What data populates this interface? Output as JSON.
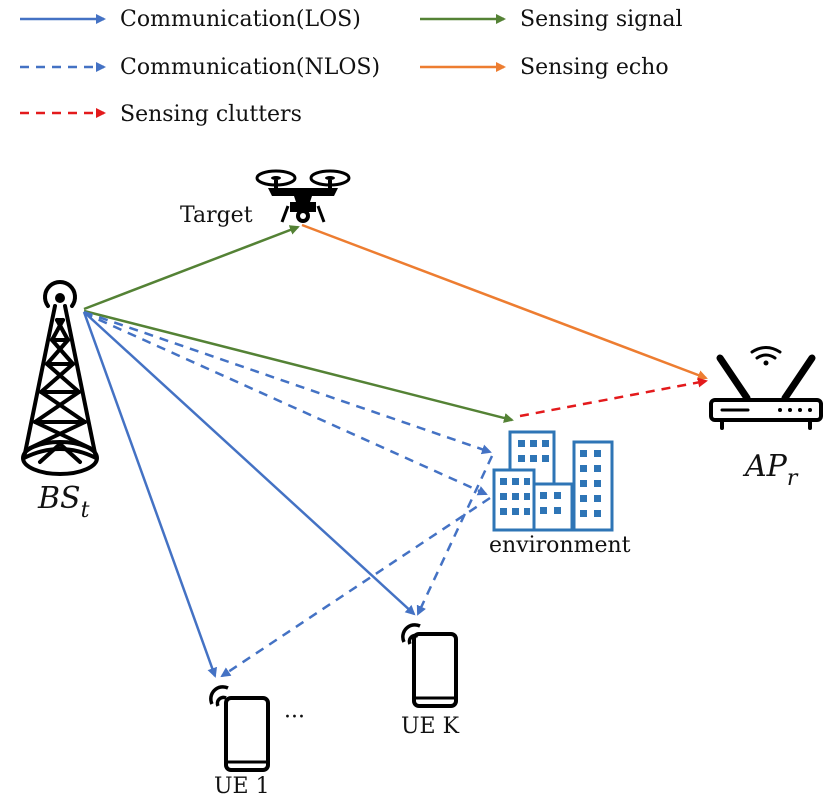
{
  "colors": {
    "los": "#4472C4",
    "nlos": "#4472C4",
    "sensing_signal": "#548235",
    "sensing_echo": "#ED7D31",
    "clutter": "#E31A1C",
    "building": "#2E75B6",
    "device": "#000000"
  },
  "legend": {
    "los": "Communication(LOS)",
    "nlos": "Communication(NLOS)",
    "clutter": "Sensing clutters",
    "sensing_signal": "Sensing signal",
    "sensing_echo": "Sensing echo"
  },
  "nodes": {
    "target": "Target",
    "bs_main": "BS",
    "bs_sub": "t",
    "ap_main": "AP",
    "ap_sub": "r",
    "environment": "environment",
    "ue1": "UE 1",
    "uek": "UE K",
    "ellipsis": "···"
  },
  "icons": {
    "bs": "cell-tower-icon",
    "target": "drone-icon",
    "ap": "wifi-router-icon",
    "environment": "buildings-icon",
    "ue": "smartphone-icon"
  }
}
